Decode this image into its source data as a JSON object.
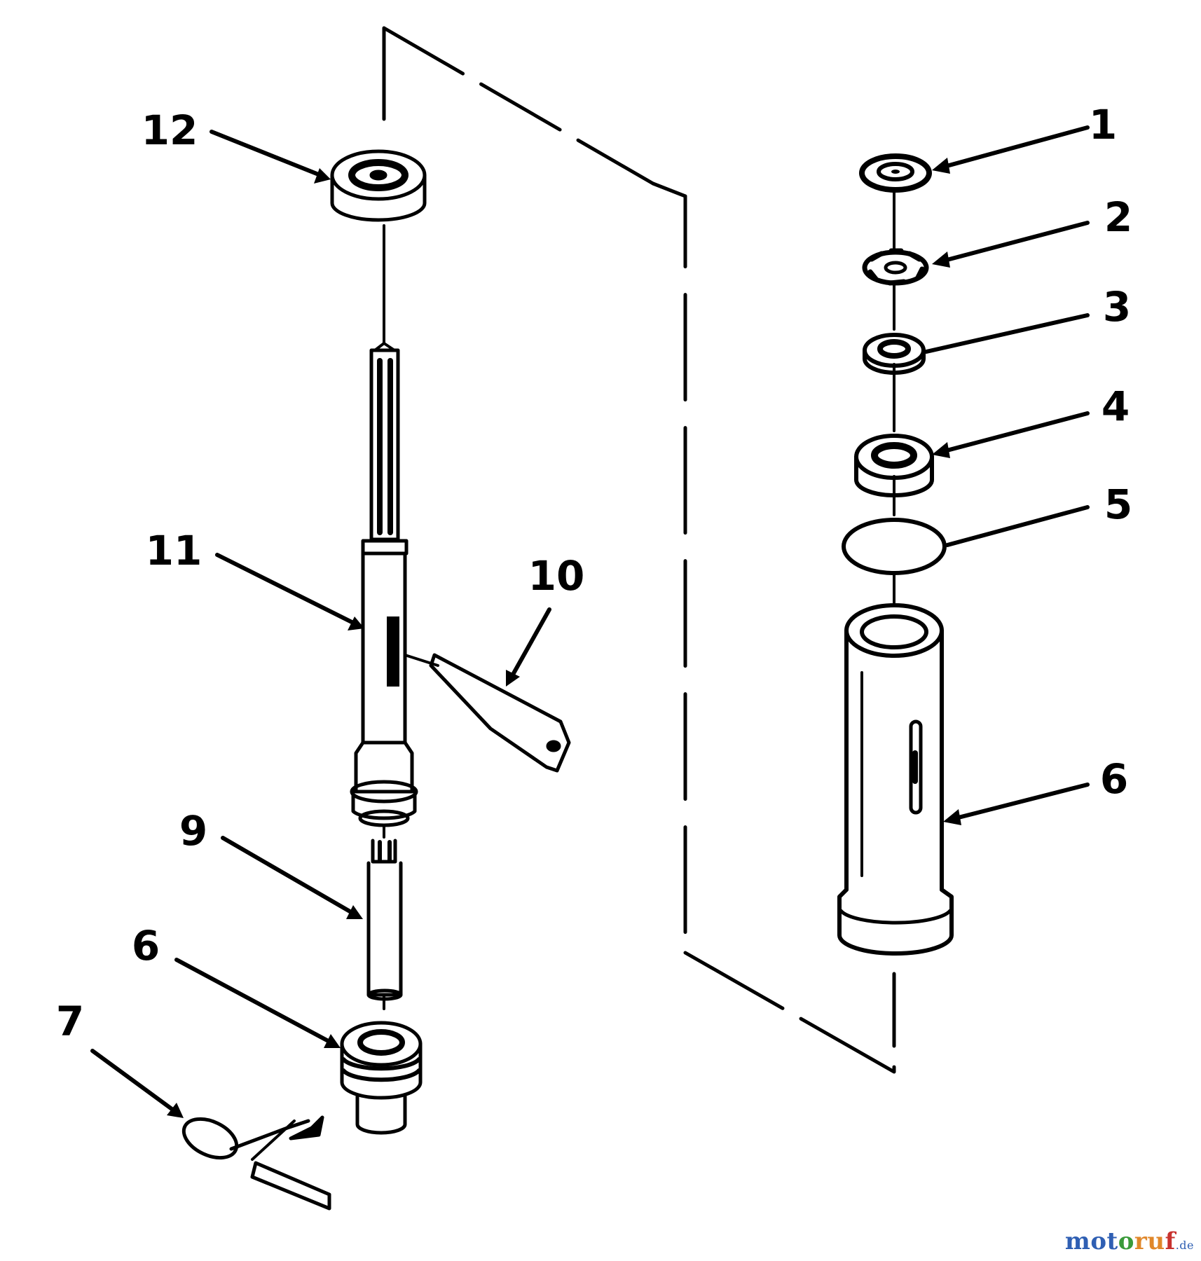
{
  "callouts": [
    "1",
    "2",
    "3",
    "4",
    "5",
    "6",
    "7",
    "6",
    "9",
    "10",
    "11",
    "12"
  ],
  "watermark": {
    "name": "motoruf",
    "tld": ".de"
  },
  "colors": {
    "line": "#000000",
    "background": "#ffffff"
  }
}
